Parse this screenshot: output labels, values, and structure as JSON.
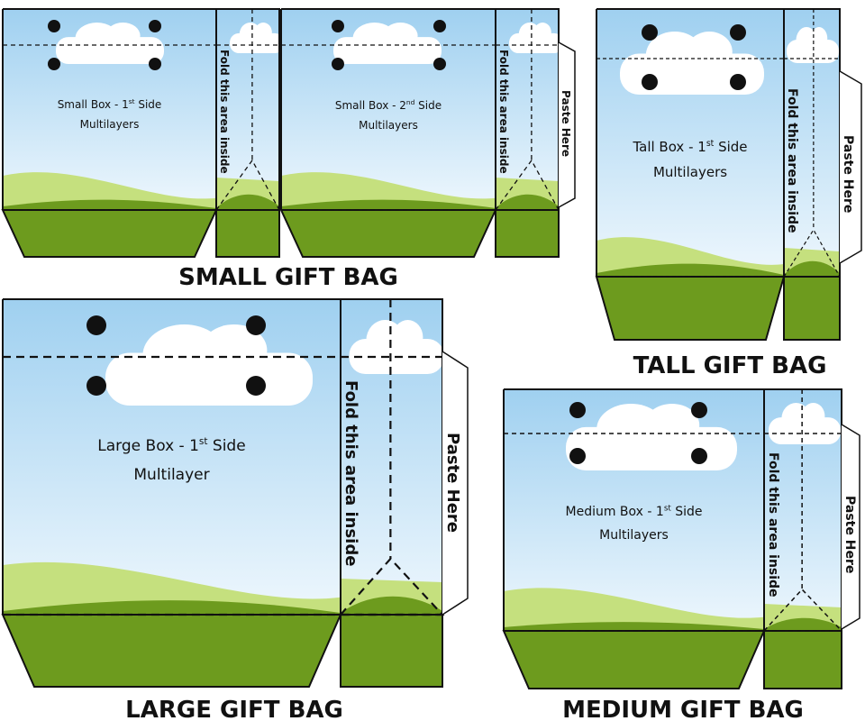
{
  "colors": {
    "sky_top": "#9fd0f0",
    "sky_bottom": "#eef7fd",
    "hill_light": "#c5e07e",
    "grass": "#6d9b1e",
    "grass_dark": "#5a8a10",
    "outline": "#111111"
  },
  "icons": {
    "hole": "hole-dot-icon",
    "cloud": "cloud-icon"
  },
  "bags": {
    "small": {
      "title": "SMALL GIFT BAG",
      "side1": {
        "line1": "Small Box - 1",
        "sup": "st",
        "line1_end": " Side",
        "line2": "Multilayers"
      },
      "side2": {
        "line1": "Small Box - 2",
        "sup": "nd",
        "line1_end": " Side",
        "line2": "Multilayers"
      },
      "fold_text": "Fold this area inside",
      "paste_text": "Paste Here"
    },
    "tall": {
      "title": "TALL GIFT BAG",
      "side1": {
        "line1": "Tall Box - 1",
        "sup": "st",
        "line1_end": " Side",
        "line2": "Multilayers"
      },
      "fold_text": "Fold this area inside",
      "paste_text": "Paste Here"
    },
    "large": {
      "title": "LARGE GIFT BAG",
      "side1": {
        "line1": "Large Box - 1",
        "sup": "st",
        "line1_end": " Side",
        "line2": "Multilayer"
      },
      "fold_text": "Fold this area inside",
      "paste_text": "Paste Here"
    },
    "medium": {
      "title": "MEDIUM GIFT BAG",
      "side1": {
        "line1": "Medium Box - 1",
        "sup": "st",
        "line1_end": " Side",
        "line2": "Multilayers"
      },
      "fold_text": "Fold this area inside",
      "paste_text": "Paste Here"
    }
  }
}
